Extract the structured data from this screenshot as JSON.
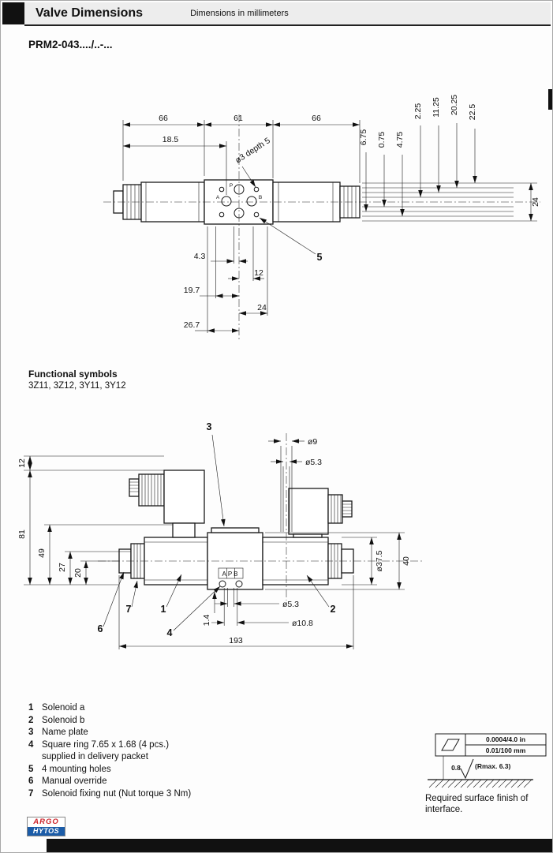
{
  "header": {
    "title": "Valve Dimensions",
    "subtitle": "Dimensions in millimeters"
  },
  "model": "PRM2-043..../..-...",
  "functional": {
    "label": "Functional symbols",
    "codes": "3Z11, 3Z12, 3Y11, 3Y12"
  },
  "d1": {
    "dim66l": "66",
    "dim61": "61",
    "dim66r": "66",
    "dim185": "18.5",
    "hole_note": "ø3 depth 5",
    "v675": "6.75",
    "v075": "0.75",
    "v475": "4.75",
    "v225": "2.25",
    "v1125": "11.25",
    "v2025": "20.25",
    "v2250": "22.5",
    "v24": "24",
    "b43": "4.3",
    "b12": "12",
    "b197": "19.7",
    "b24": "24",
    "b267": "26.7",
    "callout5": "5",
    "portA": "A",
    "portP": "P",
    "portB": "B"
  },
  "d2": {
    "c1": "1",
    "c2": "2",
    "c3": "3",
    "c4": "4",
    "c6": "6",
    "c7": "7",
    "o9": "ø9",
    "o53top": "ø5.3",
    "v12": "12",
    "v81": "81",
    "v49": "49",
    "v27": "27",
    "v20": "20",
    "o375": "ø37.5",
    "d40": "40",
    "d14": "1.4",
    "o53bot": "ø5.3",
    "o108": "ø10.8",
    "d193": "193",
    "apb": "APB"
  },
  "legend": [
    {
      "num": "1",
      "text": "Solenoid a"
    },
    {
      "num": "2",
      "text": "Solenoid b"
    },
    {
      "num": "3",
      "text": "Name plate"
    },
    {
      "num": "4",
      "text": "Square ring 7.65 x 1.68 (4 pcs.)",
      "text2": "supplied in delivery packet"
    },
    {
      "num": "5",
      "text": "4 mounting holes"
    },
    {
      "num": "6",
      "text": "Manual override"
    },
    {
      "num": "7",
      "text": "Solenoid fixing nut (Nut torque 3 Nm)"
    }
  ],
  "surface": {
    "inches": "0.0004/4.0 in",
    "mm": "0.01/100 mm",
    "ra": "0.8",
    "rmax": "(Rmax. 6.3)",
    "caption1": "Required surface finish of",
    "caption2": "interface."
  },
  "logo": {
    "top": "ARGO",
    "bottom": "HYTOS"
  },
  "colors": {
    "logo_red": "#cc2229",
    "logo_blue": "#1b5ca8",
    "header_bg": "#ededed"
  }
}
